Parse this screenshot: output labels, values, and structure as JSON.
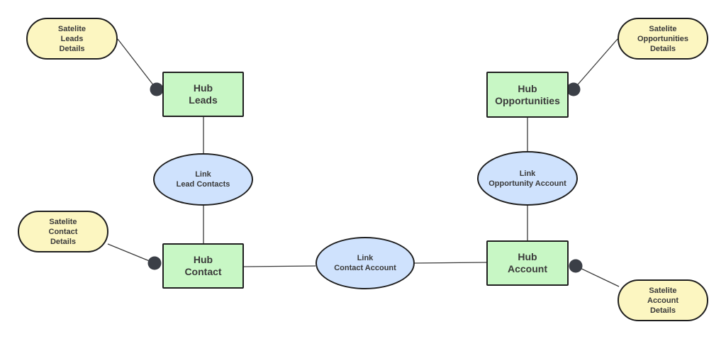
{
  "colors": {
    "hub_fill": "#c8f7c5",
    "link_fill": "#cfe2fd",
    "satellite_fill": "#fcf6c1",
    "stroke": "#1f1f1f",
    "connector_dot": "#3b3f47"
  },
  "hubs": {
    "leads": {
      "line1": "Hub",
      "line2": "Leads"
    },
    "contact": {
      "line1": "Hub",
      "line2": "Contact"
    },
    "opportunities": {
      "line1": "Hub",
      "line2": "Opportunities"
    },
    "account": {
      "line1": "Hub",
      "line2": "Account"
    }
  },
  "links": {
    "lead_contacts": {
      "line1": "Link",
      "line2": "Lead Contacts"
    },
    "contact_account": {
      "line1": "Link",
      "line2": "Contact Account"
    },
    "opportunity_account": {
      "line1": "Link",
      "line2": "Opportunity Account"
    }
  },
  "satellites": {
    "leads": {
      "line1": "Satelite",
      "line2": "Leads",
      "line3": "Details"
    },
    "contact": {
      "line1": "Satelite",
      "line2": "Contact",
      "line3": "Details"
    },
    "opportunities": {
      "line1": "Satelite",
      "line2": "Opportunities",
      "line3": "Details"
    },
    "account": {
      "line1": "Satelite",
      "line2": "Account",
      "line3": "Details"
    }
  }
}
